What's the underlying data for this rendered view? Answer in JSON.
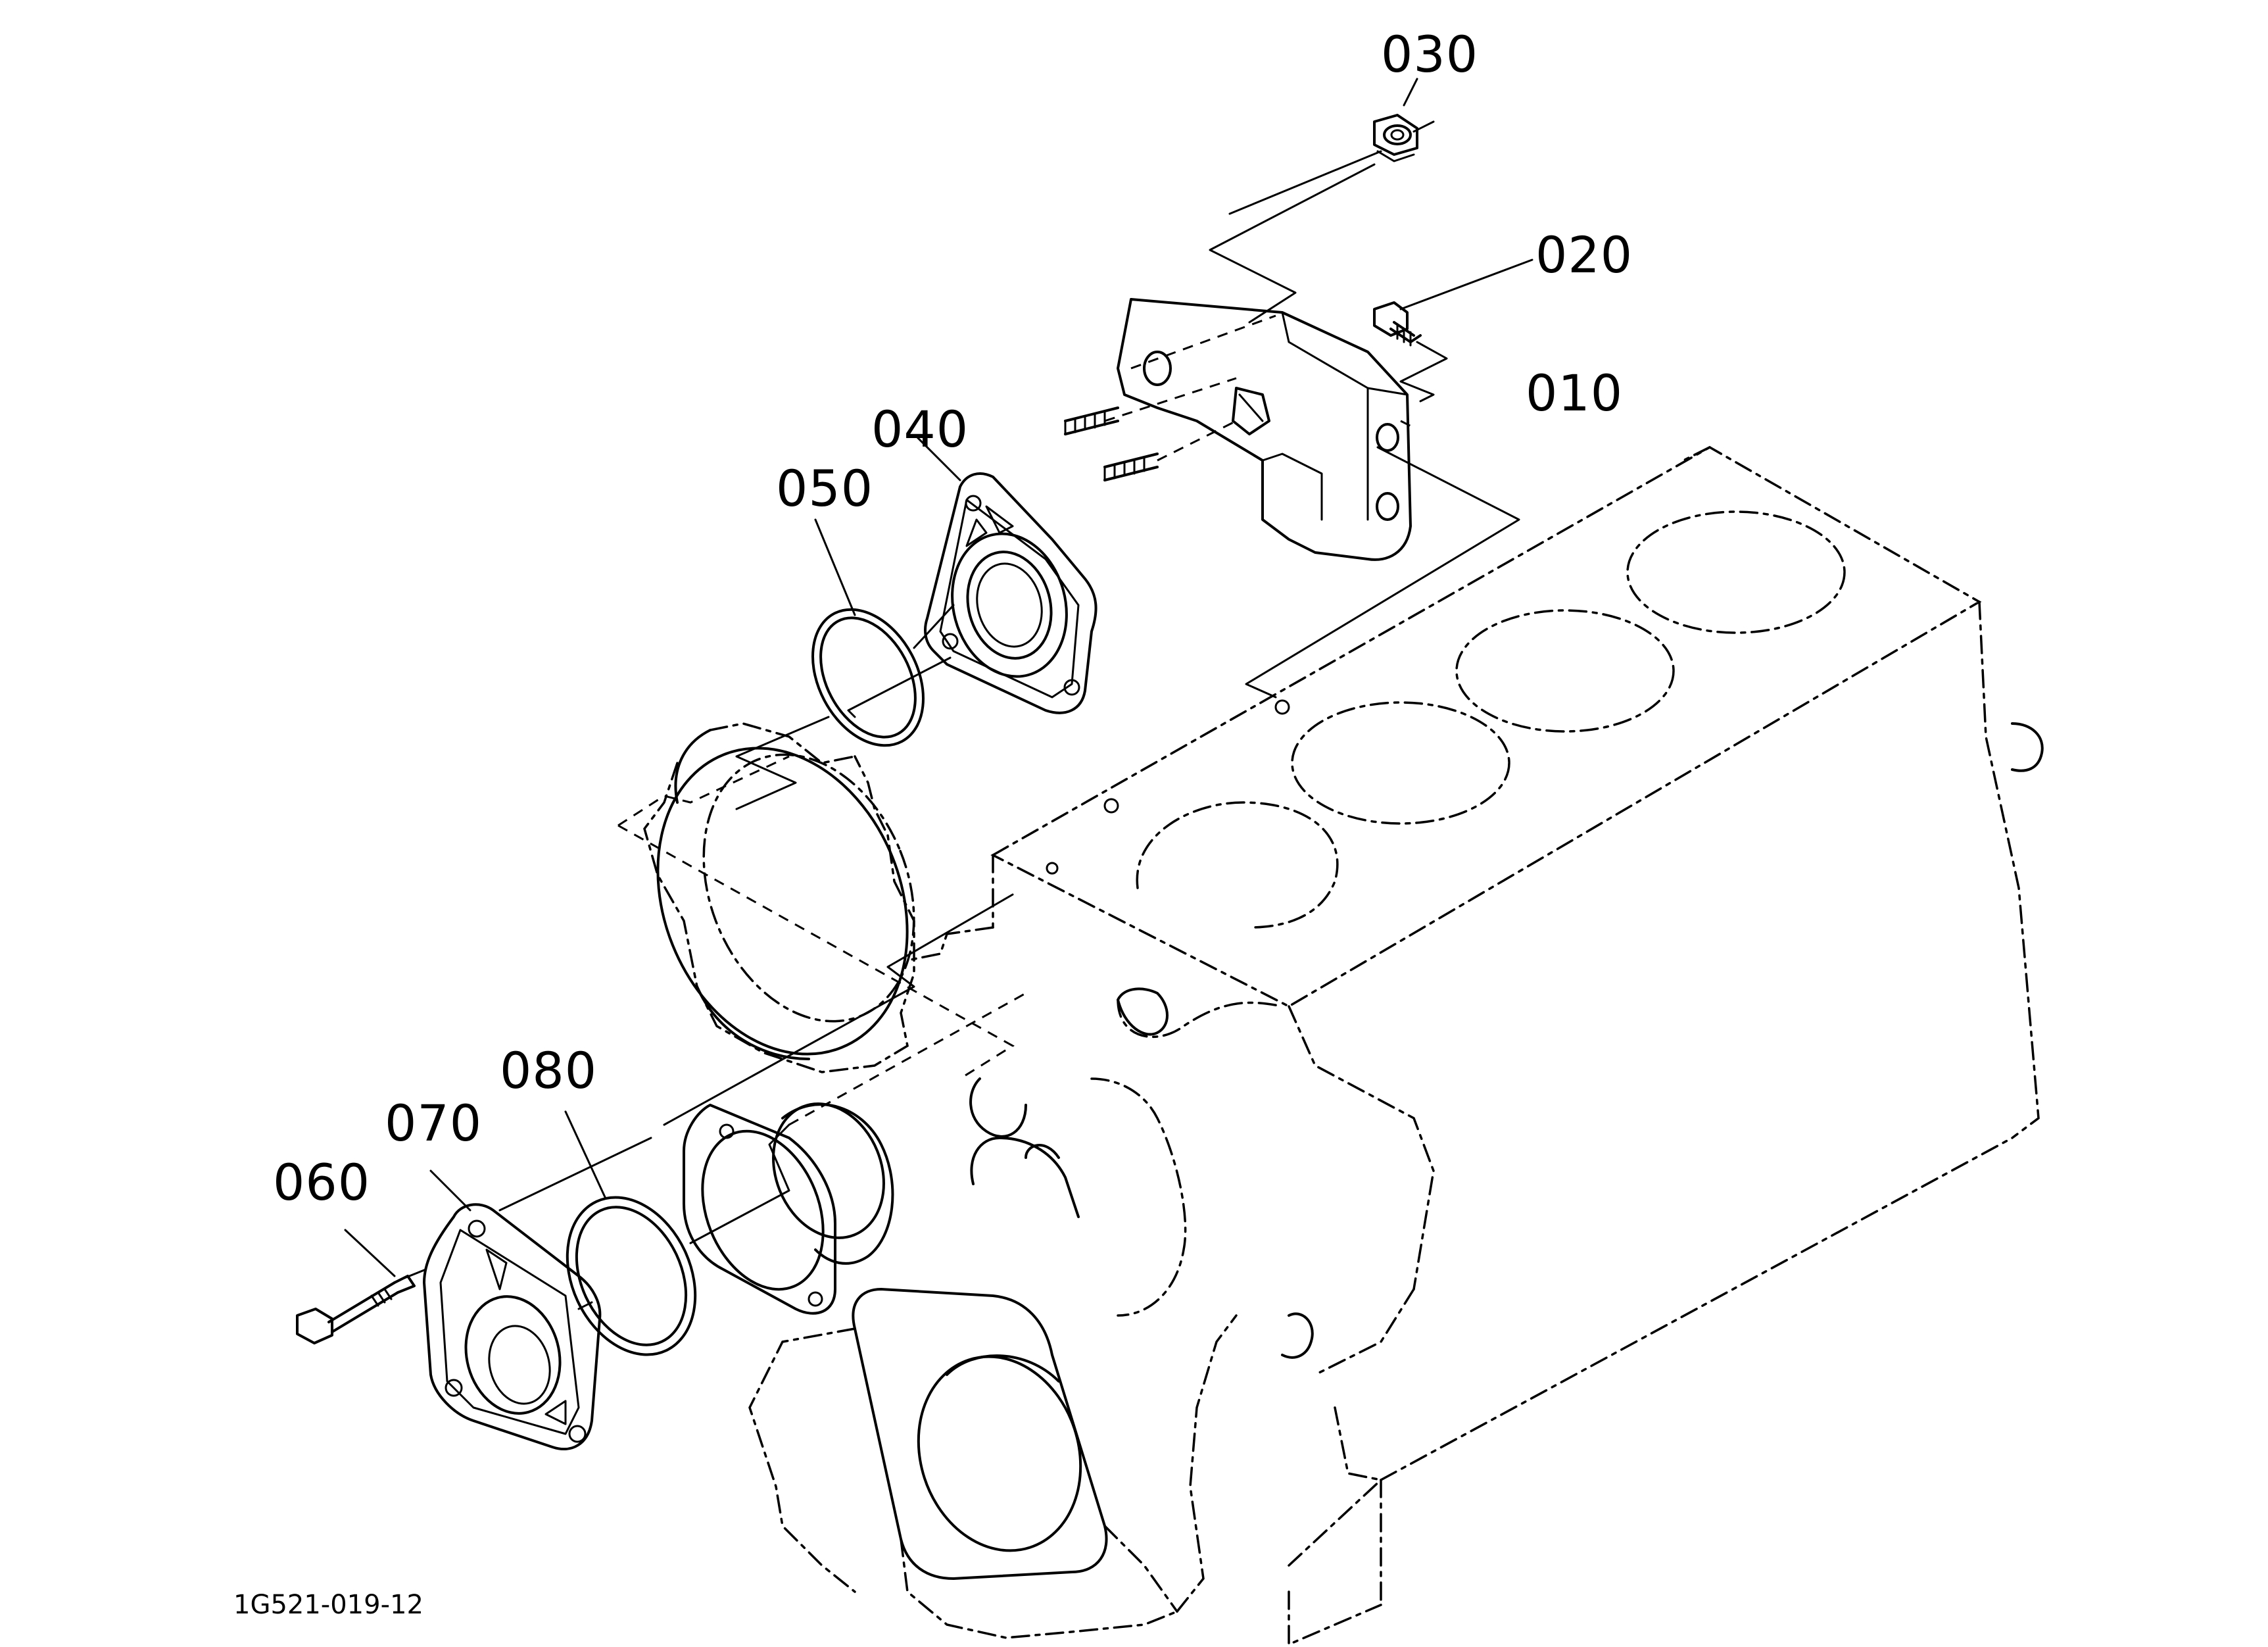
{
  "diagram": {
    "callouts": [
      {
        "id": "010",
        "text": "010"
      },
      {
        "id": "020",
        "text": "020"
      },
      {
        "id": "030",
        "text": "030"
      },
      {
        "id": "040",
        "text": "040"
      },
      {
        "id": "050",
        "text": "050"
      },
      {
        "id": "060",
        "text": "060"
      },
      {
        "id": "070",
        "text": "070"
      },
      {
        "id": "080",
        "text": "080"
      }
    ],
    "drawing_code": "1G521-019-12"
  }
}
